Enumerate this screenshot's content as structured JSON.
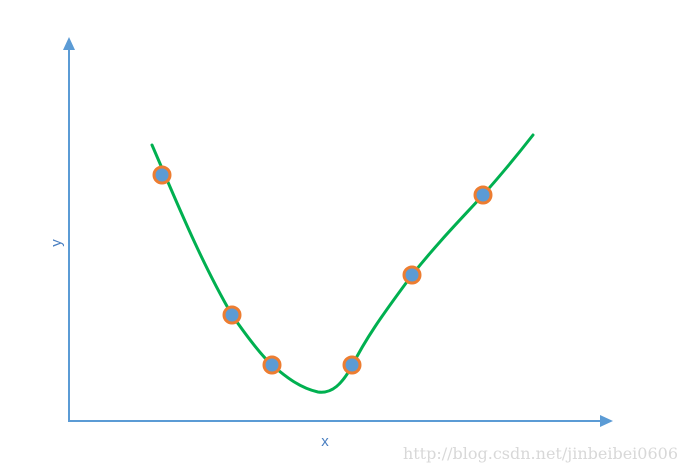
{
  "axes": {
    "x_label": "x",
    "y_label": "y",
    "color": "#5b9bd5"
  },
  "curve": {
    "color": "#00b050"
  },
  "points": {
    "fill": "#5b9bd5",
    "stroke": "#ed7d31",
    "count": 6
  },
  "watermark": "http://blog.csdn.net/jinbeibei0606"
}
